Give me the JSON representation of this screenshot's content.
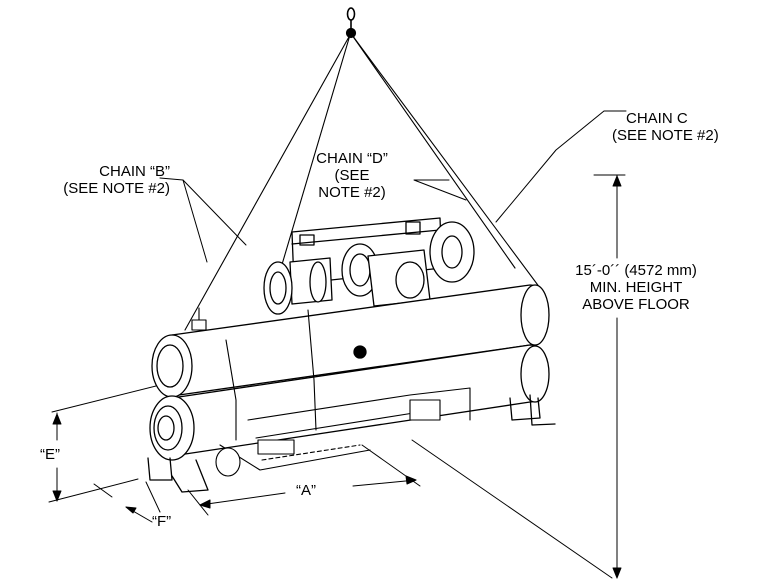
{
  "labels": {
    "chain_b": [
      "CHAIN “B”",
      "(SEE NOTE #2)"
    ],
    "chain_d": [
      "CHAIN “D”",
      "(SEE",
      "NOTE #2)"
    ],
    "chain_c": [
      "CHAIN C",
      "(SEE NOTE #2)"
    ],
    "height": [
      "15´-0´´ (4572 mm)",
      "MIN. HEIGHT",
      "ABOVE FLOOR"
    ],
    "dim_a": "“A”",
    "dim_e": "“E”",
    "dim_f": "“F”"
  }
}
